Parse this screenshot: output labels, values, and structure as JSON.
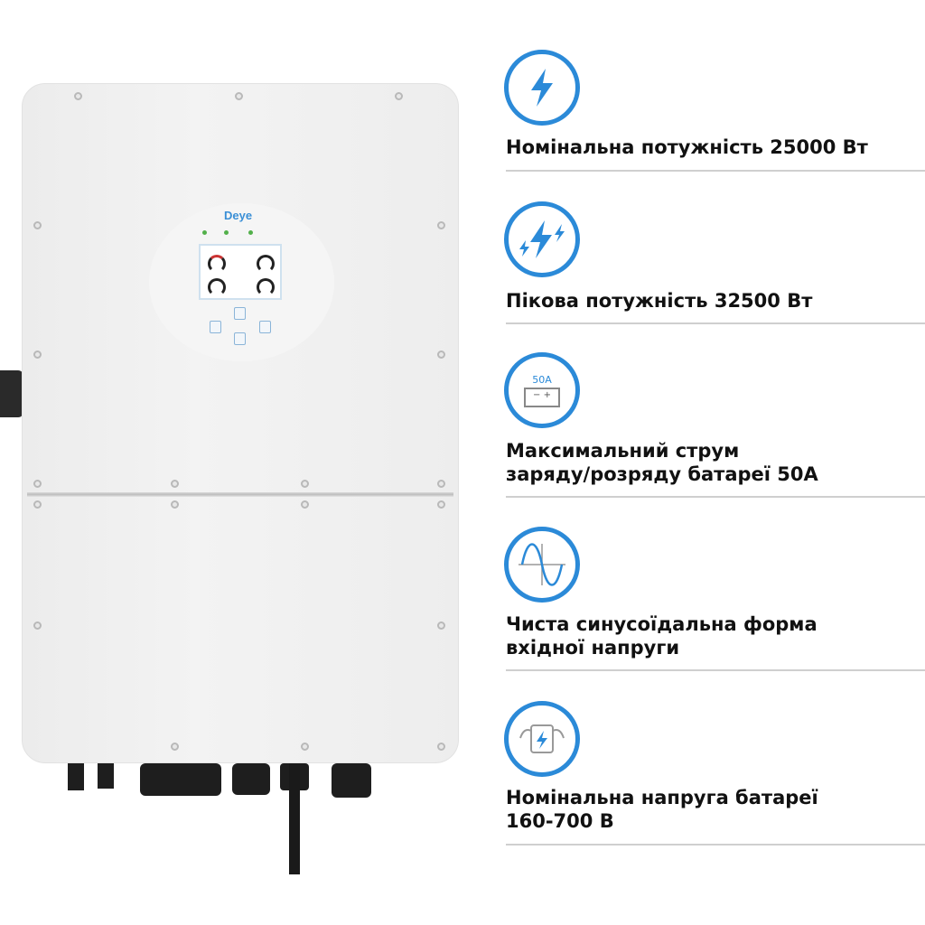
{
  "product": {
    "logo": "Deye"
  },
  "features": [
    {
      "icon": "lightning-icon",
      "text": "Номінальна потужність 25000 Вт"
    },
    {
      "icon": "multi-lightning-icon",
      "text": "Пікова потужність 32500 Вт"
    },
    {
      "icon": "battery-50a-icon",
      "icon_label": "50A",
      "text_line1": "Максимальний струм",
      "text_line2": "заряду/розряду батареї 50А"
    },
    {
      "icon": "sine-wave-icon",
      "text_line1": "Чиста синусоїдальна форма",
      "text_line2": "вхідної напруги"
    },
    {
      "icon": "battery-strong-icon",
      "text_line1": "Номінальна напруга батареї",
      "text_line2": "160-700 В"
    }
  ],
  "colors": {
    "accent": "#2b8ad8",
    "text": "#111111",
    "divider": "#cfcfcf"
  }
}
